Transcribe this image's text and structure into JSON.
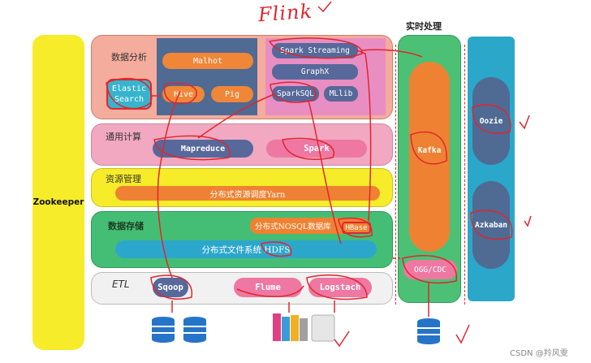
{
  "handwriting": {
    "top": "Flink"
  },
  "realtime": {
    "title": "实时处理",
    "kafka": "Kafka",
    "ogg": "OGG/CDC"
  },
  "zookeeper": {
    "label": "Zookeeper"
  },
  "scheduler": {
    "oozie": "Oozie",
    "azkaban": "Azkaban"
  },
  "analysis": {
    "title": "数据分析",
    "elastic": "Elastic Search",
    "malhot": "Malhot",
    "hive": "Hive",
    "pig": "Pig",
    "spark_streaming": "Spark Streaming",
    "graphx": "GraphX",
    "sparksql": "SparkSQL",
    "mllib": "MLlib"
  },
  "compute": {
    "title": "通用计算",
    "mapreduce": "Mapreduce",
    "spark": "Spark"
  },
  "resource": {
    "title": "资源管理",
    "yarn": "分布式资源调度Yarn"
  },
  "storage": {
    "title": "数据存储",
    "nosql": "分布式NOSQL数据库",
    "hbase": "HBase",
    "hdfs": "分布式文件系统 HDFS"
  },
  "etl": {
    "title": "ETL",
    "sqoop": "Sqoop",
    "flume": "Flume",
    "logstach": "Logstach"
  },
  "watermark": "CSDN @羚风雯",
  "colors": {
    "yellow": "#f5eb2a",
    "orange": "#ee8a37",
    "navy": "#4f6a93",
    "pink": "#ee8aa6",
    "green": "#4ec07a",
    "teal": "#2fa9c9",
    "red": "#e0262f"
  }
}
